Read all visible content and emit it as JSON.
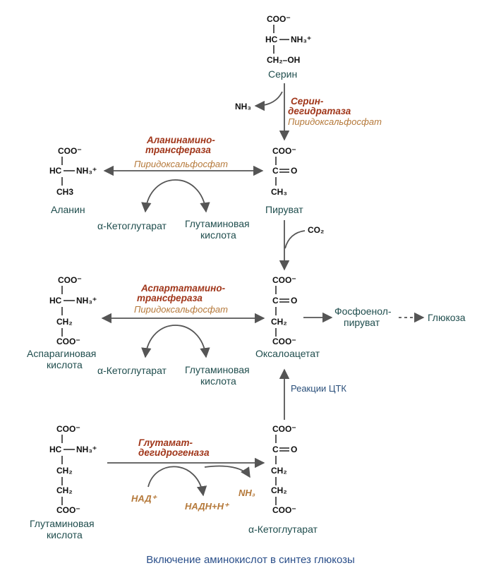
{
  "formula": {
    "coo": "COO⁻",
    "hc": "HC",
    "nh3plus": "NH₃⁺",
    "ch2oh": "CH₂–OH",
    "c": "C",
    "o": "O",
    "ch3": "CH₃",
    "ch3_alanine": "CH3",
    "ch2": "CH₂"
  },
  "compounds": {
    "serine": "Серин",
    "alanine": "Аланин",
    "pyruvate": "Пируват",
    "oxaloacetate": "Оксалоацетат",
    "aspartic_1": "Аспарагиновая",
    "aspartic_2": "кислота",
    "glutamic_1": "Глутаминовая",
    "glutamic_2": "кислота",
    "ketoglutarate": "α-Кетоглутарат",
    "pep_1": "Фосфоенол-",
    "pep_2": "пируват",
    "glucose": "Глюкоза"
  },
  "side": {
    "nh3": "NH₃",
    "co2": "CO₂",
    "ketoglutarate": "α-Кетоглутарат",
    "glutamic_1": "Глутаминовая",
    "glutamic_2": "кислота",
    "nad": "НАД⁺",
    "nadh": "НАДН+Н⁺",
    "nh3_brown": "NH₃"
  },
  "enzymes": {
    "serine_dehydratase_1": "Серин-",
    "serine_dehydratase_2": "дегидратаза",
    "alanine_transferase_1": "Аланинамино-",
    "alanine_transferase_2": "трансфераза",
    "aspartate_transferase_1": "Аспартатамино-",
    "aspartate_transferase_2": "трансфераза",
    "glutamate_dh_1": "Глутамат-",
    "glutamate_dh_2": "дегидрогеназа",
    "cofactor": "Пиридоксальфосфат"
  },
  "tck_label": "Реакции ЦТК",
  "caption": "Включение аминокислот в синтез глюкозы",
  "colors": {
    "enzyme": "#a0361a",
    "cofactor": "#b5793a",
    "compound": "#1f4d4d",
    "caption": "#2a4f8a",
    "arrow": "#555555"
  }
}
